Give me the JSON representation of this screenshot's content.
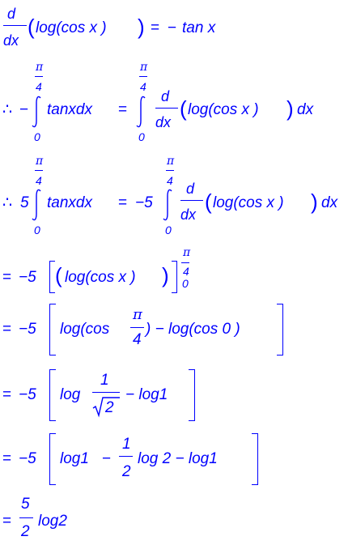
{
  "glyphs": {
    "d": "d",
    "dx": "dx",
    "pi": "π",
    "four": "4",
    "zero": "0",
    "therefore": "∴",
    "minus": "−",
    "equals": "=",
    "lparen": "(",
    "rparen": ")",
    "log_cos_x": "log(cos x )",
    "tan_x": "tan x",
    "tanxdx": "tanxdx",
    "five": "5",
    "minus_five": "−5",
    "log_cos": "log(cos",
    "rparen_minus_log_cos0": ") − log(cos 0 )",
    "log": "log",
    "one": "1",
    "two": "2",
    "minus_log1": "− log1",
    "log1": "log1",
    "log2_minus_log1": "log 2 − log1",
    "log2": "log2"
  }
}
